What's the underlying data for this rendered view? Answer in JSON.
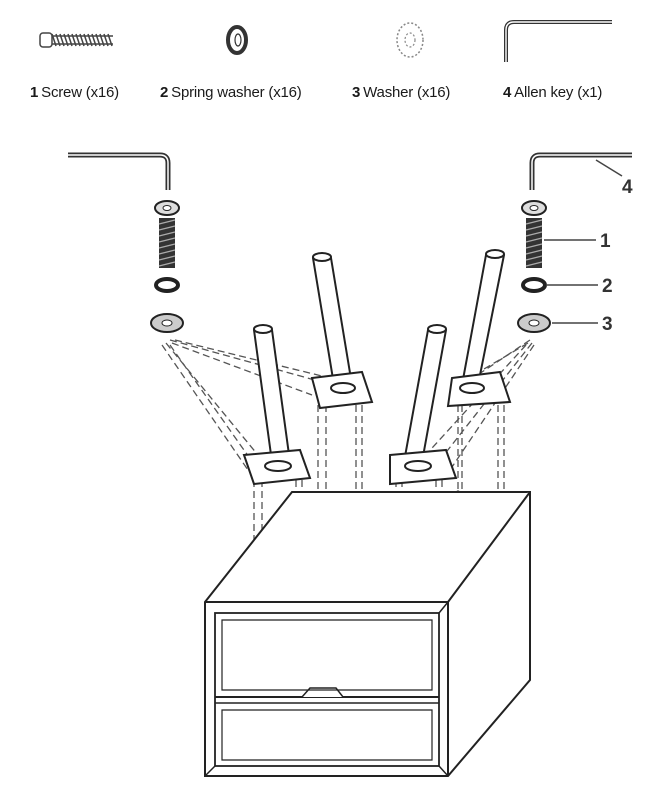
{
  "parts": [
    {
      "number": "1",
      "name": "Screw (x16)",
      "icon": "screw-icon"
    },
    {
      "number": "2",
      "name": "Spring washer (x16)",
      "icon": "spring-washer-icon"
    },
    {
      "number": "3",
      "name": "Washer (x16)",
      "icon": "washer-icon"
    },
    {
      "number": "4",
      "name": "Allen key (x1)",
      "icon": "allen-key-icon"
    }
  ],
  "callouts": [
    "1",
    "2",
    "3",
    "4"
  ]
}
